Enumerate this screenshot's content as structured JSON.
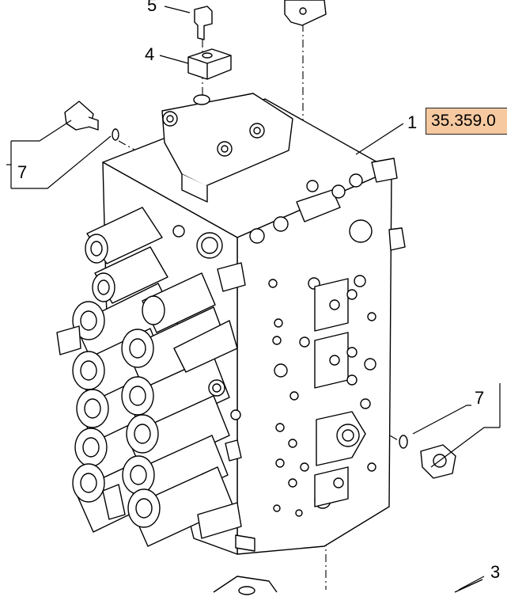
{
  "callouts": {
    "c5": "5",
    "c4": "4",
    "c1": "1",
    "c7_left": "7",
    "c7_right": "7",
    "c3": "3"
  },
  "reference_link": "35.359.0",
  "colors": {
    "reference_box_fill": "#f6c9a0",
    "line": "#000000",
    "background": "#ffffff"
  }
}
